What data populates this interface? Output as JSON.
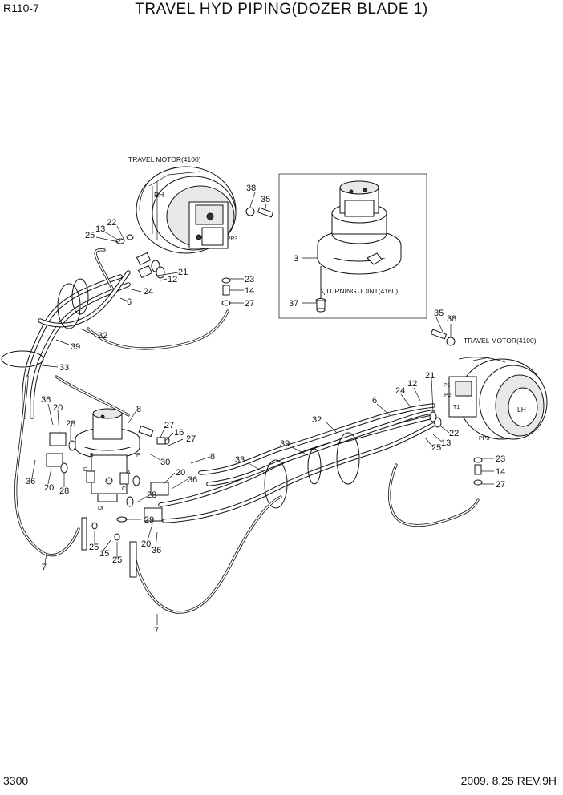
{
  "header": {
    "model": "R110-7",
    "title": "TRAVEL HYD PIPING(DOZER BLADE 1)"
  },
  "footer": {
    "page": "3300",
    "revision": "2009. 8.25  REV.9H"
  },
  "labels": {
    "travel_motor_rh": "TRAVEL MOTOR(4100)",
    "travel_motor_lh": "TRAVEL MOTOR(4100)",
    "turning_joint": "TURNING JOINT(4160)",
    "rh": "RH",
    "lh": "LH",
    "pp3": "PP3",
    "p1": "P1",
    "p2": "P2",
    "t1": "T1",
    "port_b": "B",
    "port_p": "P",
    "port_a": "A",
    "port_c": "C",
    "port_d": "D",
    "port_dr": "Dr"
  },
  "callouts": {
    "c38_top": "38",
    "c35_top": "35",
    "c22_top": "22",
    "c13_top": "13",
    "c25_top": "25",
    "c21_top": "21",
    "c12_top": "12",
    "c24_top": "24",
    "c6_top": "6",
    "c23_top": "23",
    "c14_top": "14",
    "c27_top": "27",
    "c3": "3",
    "c37": "37",
    "c32_top": "32",
    "c39_top": "39",
    "c33_top": "33",
    "c36_a": "36",
    "c20_a": "20",
    "c28_a": "28",
    "c36_b": "36",
    "c20_b": "20",
    "c28_b": "28",
    "c8_top": "8",
    "c27_m": "27",
    "c16": "16",
    "c27_m2": "27",
    "c30": "30",
    "c8_mid": "8",
    "c20_c": "20",
    "c36_c": "36",
    "c28_c": "28",
    "c29": "29",
    "c20_d": "20",
    "c36_d": "36",
    "c25_b": "25",
    "c15": "15",
    "c25_c": "25",
    "c7_left": "7",
    "c7_bottom": "7",
    "c35_r": "35",
    "c38_r": "38",
    "c21_r": "21",
    "c12_r": "12",
    "c24_r": "24",
    "c6_r": "6",
    "c32_r": "32",
    "c39_r": "39",
    "c33_r": "33",
    "c22_r": "22",
    "c13_r": "13",
    "c25_r": "25",
    "c23_r": "23",
    "c14_r": "14",
    "c27_r": "27"
  }
}
